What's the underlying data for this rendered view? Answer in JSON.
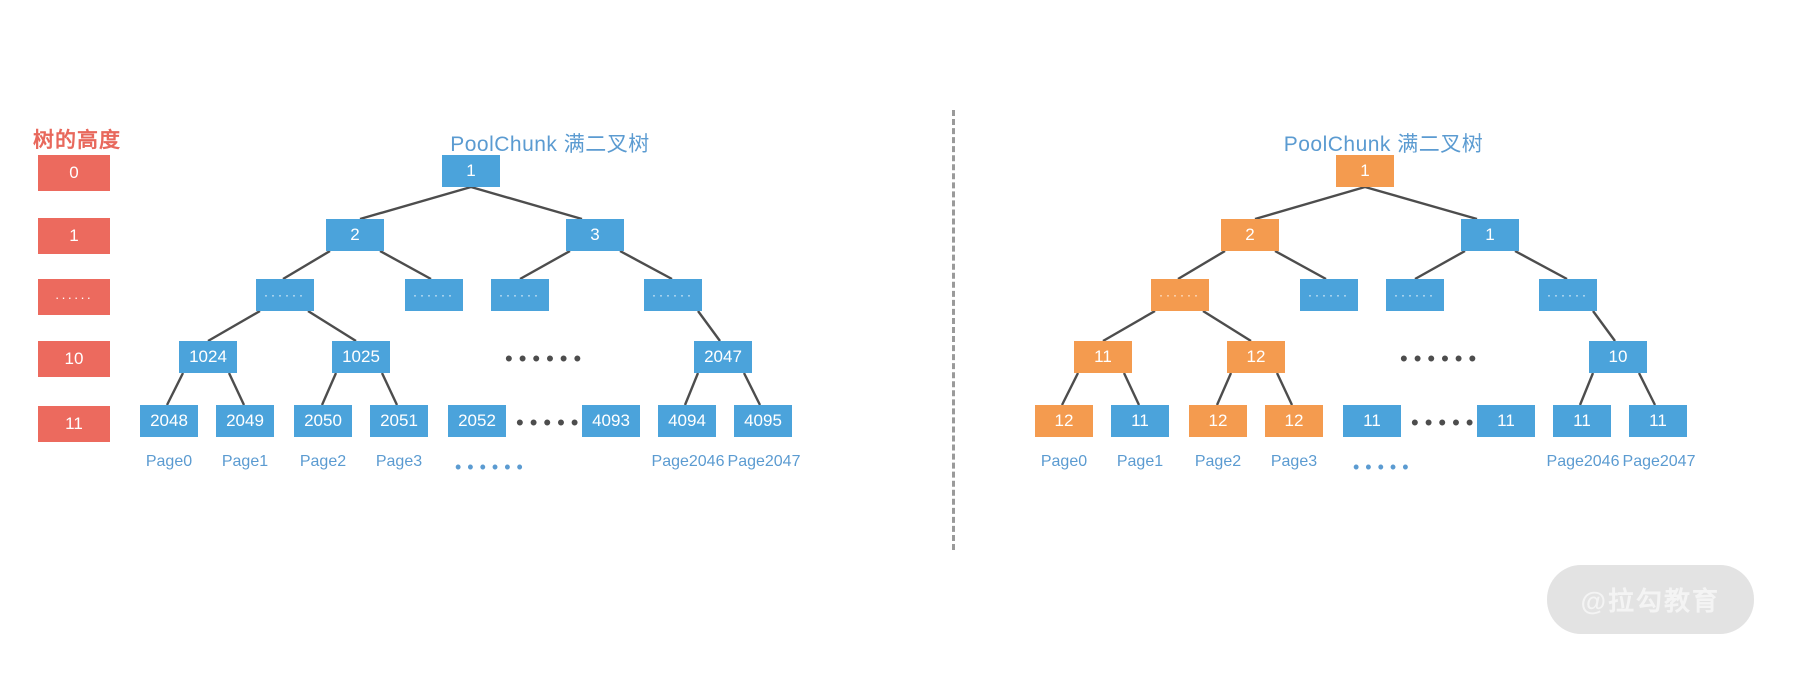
{
  "legend": {
    "title": "树的高度",
    "levels": [
      "0",
      "1",
      "······",
      "10",
      "11"
    ]
  },
  "watermark": "@拉勾教育",
  "colors": {
    "blue": "#4ba3db",
    "orange": "#f49b4f",
    "red": "#ec6a5e",
    "title_blue": "#5b9bd1",
    "edge": "#4d4d4d"
  },
  "left_panel": {
    "title": "PoolChunk 满二叉树",
    "nodes": {
      "depth0": [
        "1"
      ],
      "depth1": [
        "2",
        "3"
      ],
      "depth2": [
        "······",
        "······",
        "······",
        "······"
      ],
      "depth3": [
        "1024",
        "1025",
        "2047"
      ],
      "depth4": [
        "2048",
        "2049",
        "2050",
        "2051",
        "2052",
        "4093",
        "4094",
        "4095"
      ]
    },
    "page_labels": [
      "Page0",
      "Page1",
      "Page2",
      "Page3",
      "Page2046",
      "Page2047"
    ],
    "mid_ellipsis": "••••••",
    "leaf_ellipsis": "•••••••",
    "page_ellipsis": "••••••"
  },
  "right_panel": {
    "title": "PoolChunk 满二叉树",
    "nodes": {
      "depth0": [
        "1"
      ],
      "depth1": [
        "2",
        "1"
      ],
      "depth2": [
        "······",
        "······",
        "······",
        "······"
      ],
      "depth3": [
        "11",
        "12",
        "10"
      ],
      "depth4": [
        "12",
        "11",
        "12",
        "12",
        "11",
        "11",
        "11",
        "11"
      ]
    },
    "page_labels": [
      "Page0",
      "Page1",
      "Page2",
      "Page3",
      "Page2046",
      "Page2047"
    ],
    "mid_ellipsis": "••••••",
    "leaf_ellipsis": "•••••••",
    "page_ellipsis": "•••••"
  }
}
